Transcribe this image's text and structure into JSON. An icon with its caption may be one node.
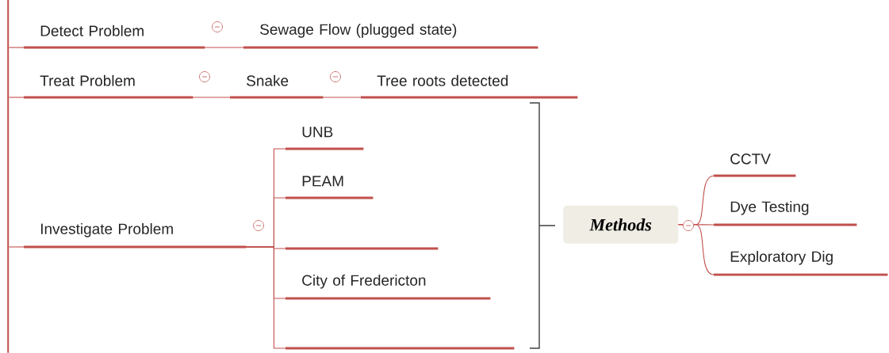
{
  "diagram": {
    "nodes": [
      {
        "text": [
          "Detect Problem"
        ]
      },
      {
        "text": [
          "Sewage Flow (plugged state)"
        ]
      },
      {
        "text": [
          "Treat Problem"
        ]
      },
      {
        "text": [
          "Snake"
        ]
      },
      {
        "text": [
          "Tree roots detected"
        ]
      },
      {
        "text": [
          "Investigate Problem"
        ]
      },
      {
        "text": [
          "UNB"
        ]
      },
      {
        "text": [
          "PEAM"
        ]
      },
      {
        "text": [],
        "shape": "bar"
      },
      {
        "text": [
          "City of Fredericton"
        ]
      },
      {
        "text": [],
        "shape": "bar"
      },
      {
        "text": [
          "Methods"
        ]
      },
      {
        "text": [
          "CCTV"
        ]
      },
      {
        "text": [
          "Dye Testing"
        ]
      },
      {
        "text": [
          "Exploratory Dig"
        ]
      },
      {
        "text": [],
        "shape": "bar"
      }
    ],
    "edges": [
      {
        "from": 0,
        "to": 1,
        "arrow": "none"
      },
      {
        "from": 2,
        "to": 3,
        "arrow": "none"
      },
      {
        "from": 3,
        "to": 4,
        "arrow": "none"
      },
      {
        "from": 5,
        "to": 6,
        "arrow": "none"
      },
      {
        "from": 5,
        "to": 7,
        "arrow": "none"
      },
      {
        "from": 5,
        "to": 8,
        "arrow": "none"
      },
      {
        "from": 5,
        "to": 9,
        "arrow": "none"
      },
      {
        "from": 5,
        "to": 10,
        "arrow": "none"
      },
      {
        "from": 11,
        "to": 12,
        "arrow": "none"
      },
      {
        "from": 11,
        "to": 13,
        "arrow": "none"
      },
      {
        "from": 11,
        "to": 14,
        "arrow": "none"
      },
      {
        "from": 15,
        "to": 0,
        "arrow": "none"
      },
      {
        "from": 15,
        "to": 2,
        "arrow": "none"
      },
      {
        "from": 15,
        "to": 5,
        "arrow": "none"
      }
    ]
  }
}
